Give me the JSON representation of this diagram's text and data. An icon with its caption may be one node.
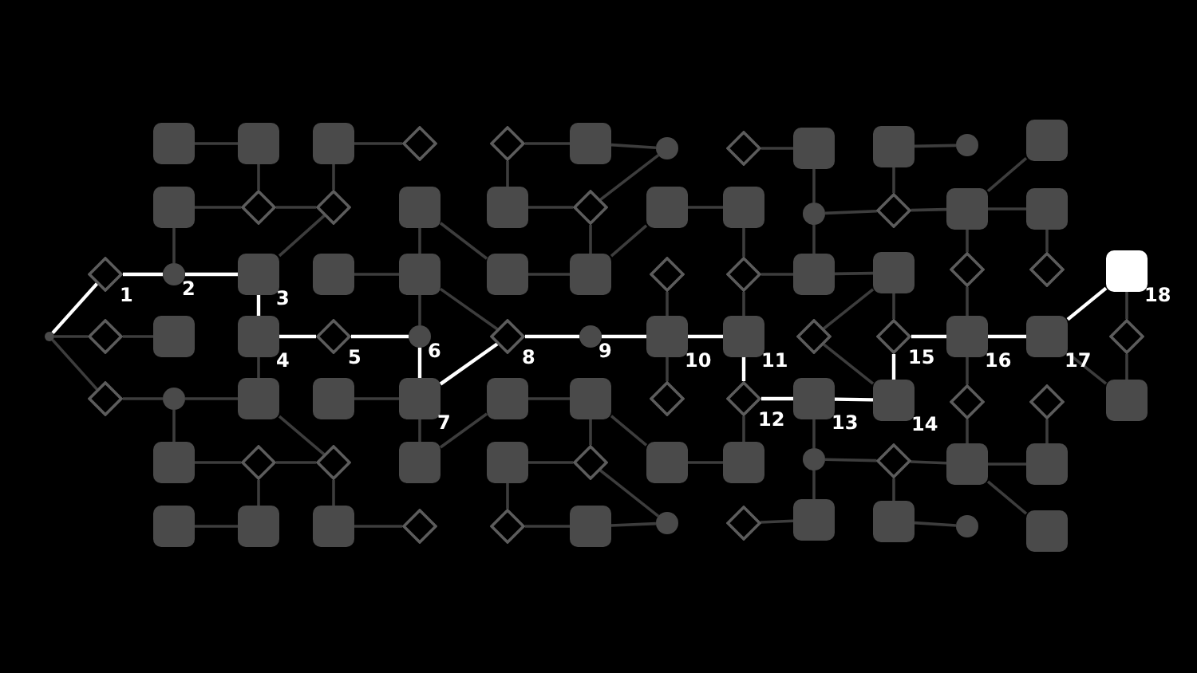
{
  "diagram": {
    "nodes": [
      {
        "text": [],
        "shape": "circle"
      },
      {
        "text": [],
        "shape": "diamond",
        "beside": [
          "1"
        ]
      },
      {
        "text": [],
        "shape": "diamond"
      },
      {
        "text": [],
        "shape": "diamond"
      },
      {
        "text": [],
        "shape": "box"
      },
      {
        "text": [],
        "shape": "box"
      },
      {
        "text": [],
        "shape": "circle",
        "beside": [
          "2"
        ]
      },
      {
        "text": [],
        "shape": "box"
      },
      {
        "text": [],
        "shape": "circle"
      },
      {
        "text": [],
        "shape": "box"
      },
      {
        "text": [],
        "shape": "box"
      },
      {
        "text": [],
        "shape": "box"
      },
      {
        "text": [],
        "shape": "diamond"
      },
      {
        "text": [],
        "shape": "box",
        "beside": [
          "3"
        ]
      },
      {
        "text": [],
        "shape": "box",
        "beside": [
          "4"
        ]
      },
      {
        "text": [],
        "shape": "box"
      },
      {
        "text": [],
        "shape": "diamond"
      },
      {
        "text": [],
        "shape": "box"
      },
      {
        "text": [],
        "shape": "box"
      },
      {
        "text": [],
        "shape": "diamond"
      },
      {
        "text": [],
        "shape": "box"
      },
      {
        "text": [],
        "shape": "diamond",
        "beside": [
          "5"
        ]
      },
      {
        "text": [],
        "shape": "box"
      },
      {
        "text": [],
        "shape": "diamond"
      },
      {
        "text": [],
        "shape": "box"
      },
      {
        "text": [],
        "shape": "diamond"
      },
      {
        "text": [],
        "shape": "box"
      },
      {
        "text": [],
        "shape": "box"
      },
      {
        "text": [],
        "shape": "circle",
        "beside": [
          "6"
        ]
      },
      {
        "text": [],
        "shape": "box",
        "beside": [
          "7"
        ]
      },
      {
        "text": [],
        "shape": "box"
      },
      {
        "text": [],
        "shape": "diamond"
      },
      {
        "text": [],
        "shape": "diamond"
      },
      {
        "text": [],
        "shape": "box"
      },
      {
        "text": [],
        "shape": "box"
      },
      {
        "text": [],
        "shape": "diamond",
        "beside": [
          "8"
        ]
      },
      {
        "text": [],
        "shape": "box"
      },
      {
        "text": [],
        "shape": "box"
      },
      {
        "text": [],
        "shape": "diamond"
      },
      {
        "text": [],
        "shape": "box"
      },
      {
        "text": [],
        "shape": "diamond"
      },
      {
        "text": [],
        "shape": "box"
      },
      {
        "text": [],
        "shape": "circle",
        "beside": [
          "9"
        ]
      },
      {
        "text": [],
        "shape": "box"
      },
      {
        "text": [],
        "shape": "diamond"
      },
      {
        "text": [],
        "shape": "box"
      },
      {
        "text": [],
        "shape": "circle"
      },
      {
        "text": [],
        "shape": "box"
      },
      {
        "text": [],
        "shape": "diamond"
      },
      {
        "text": [],
        "shape": "box",
        "beside": [
          "10"
        ]
      },
      {
        "text": [],
        "shape": "diamond"
      },
      {
        "text": [],
        "shape": "box"
      },
      {
        "text": [],
        "shape": "circle"
      },
      {
        "text": [],
        "shape": "diamond"
      },
      {
        "text": [],
        "shape": "box"
      },
      {
        "text": [],
        "shape": "diamond"
      },
      {
        "text": [],
        "shape": "box",
        "beside": [
          "11"
        ]
      },
      {
        "text": [],
        "shape": "diamond",
        "beside": [
          "12"
        ]
      },
      {
        "text": [],
        "shape": "box"
      },
      {
        "text": [],
        "shape": "diamond"
      },
      {
        "text": [],
        "shape": "box"
      },
      {
        "text": [],
        "shape": "circle"
      },
      {
        "text": [],
        "shape": "box"
      },
      {
        "text": [],
        "shape": "diamond"
      },
      {
        "text": [],
        "shape": "box",
        "beside": [
          "13"
        ]
      },
      {
        "text": [],
        "shape": "circle"
      },
      {
        "text": [],
        "shape": "box"
      },
      {
        "text": [],
        "shape": "box"
      },
      {
        "text": [],
        "shape": "diamond"
      },
      {
        "text": [],
        "shape": "box"
      },
      {
        "text": [],
        "shape": "diamond",
        "beside": [
          "15"
        ]
      },
      {
        "text": [],
        "shape": "box",
        "beside": [
          "14"
        ]
      },
      {
        "text": [],
        "shape": "diamond"
      },
      {
        "text": [],
        "shape": "box"
      },
      {
        "text": [],
        "shape": "circle"
      },
      {
        "text": [],
        "shape": "box"
      },
      {
        "text": [],
        "shape": "diamond"
      },
      {
        "text": [],
        "shape": "box",
        "beside": [
          "16"
        ]
      },
      {
        "text": [],
        "shape": "diamond"
      },
      {
        "text": [],
        "shape": "box"
      },
      {
        "text": [],
        "shape": "circle"
      },
      {
        "text": [],
        "shape": "box"
      },
      {
        "text": [],
        "shape": "box"
      },
      {
        "text": [],
        "shape": "diamond"
      },
      {
        "text": [],
        "shape": "box",
        "beside": [
          "17"
        ]
      },
      {
        "text": [],
        "shape": "diamond"
      },
      {
        "text": [],
        "shape": "box"
      },
      {
        "text": [],
        "shape": "box"
      },
      {
        "text": [],
        "shape": "box",
        "beside": [
          "18"
        ]
      },
      {
        "text": [],
        "shape": "diamond"
      },
      {
        "text": [],
        "shape": "box"
      }
    ],
    "edges": [
      {
        "from": 0,
        "to": 1,
        "arrow": "none",
        "color": "#ffffff"
      },
      {
        "from": 1,
        "to": 6,
        "arrow": "none",
        "color": "#ffffff"
      },
      {
        "from": 6,
        "to": 13,
        "arrow": "none",
        "color": "#ffffff"
      },
      {
        "from": 13,
        "to": 14,
        "arrow": "none",
        "color": "#ffffff"
      },
      {
        "from": 14,
        "to": 21,
        "arrow": "none",
        "color": "#ffffff"
      },
      {
        "from": 21,
        "to": 28,
        "arrow": "none",
        "color": "#ffffff"
      },
      {
        "from": 28,
        "to": 29,
        "arrow": "none",
        "color": "#ffffff"
      },
      {
        "from": 29,
        "to": 35,
        "arrow": "none",
        "color": "#ffffff"
      },
      {
        "from": 35,
        "to": 42,
        "arrow": "none",
        "color": "#ffffff"
      },
      {
        "from": 42,
        "to": 49,
        "arrow": "none",
        "color": "#ffffff"
      },
      {
        "from": 49,
        "to": 56,
        "arrow": "none",
        "color": "#ffffff"
      },
      {
        "from": 56,
        "to": 57,
        "arrow": "none",
        "color": "#ffffff"
      },
      {
        "from": 57,
        "to": 64,
        "arrow": "none",
        "color": "#ffffff"
      },
      {
        "from": 64,
        "to": 71,
        "arrow": "none",
        "color": "#ffffff"
      },
      {
        "from": 71,
        "to": 70,
        "arrow": "none",
        "color": "#ffffff"
      },
      {
        "from": 70,
        "to": 77,
        "arrow": "none",
        "color": "#ffffff"
      },
      {
        "from": 77,
        "to": 84,
        "arrow": "none",
        "color": "#ffffff"
      },
      {
        "from": 84,
        "to": 88,
        "arrow": "none",
        "color": "#ffffff"
      },
      {
        "from": 0,
        "to": 2,
        "arrow": "none"
      },
      {
        "from": 0,
        "to": 3,
        "arrow": "none"
      },
      {
        "from": 5,
        "to": 6,
        "arrow": "none"
      },
      {
        "from": 4,
        "to": 11,
        "arrow": "none"
      },
      {
        "from": 5,
        "to": 12,
        "arrow": "none"
      },
      {
        "from": 12,
        "to": 19,
        "arrow": "none"
      },
      {
        "from": 11,
        "to": 12,
        "arrow": "none"
      },
      {
        "from": 18,
        "to": 19,
        "arrow": "none"
      },
      {
        "from": 18,
        "to": 25,
        "arrow": "none"
      },
      {
        "from": 19,
        "to": 13,
        "arrow": "none"
      },
      {
        "from": 2,
        "to": 7,
        "arrow": "none"
      },
      {
        "from": 14,
        "to": 15,
        "arrow": "none"
      },
      {
        "from": 3,
        "to": 8,
        "arrow": "none"
      },
      {
        "from": 8,
        "to": 15,
        "arrow": "none"
      },
      {
        "from": 8,
        "to": 9,
        "arrow": "none"
      },
      {
        "from": 9,
        "to": 16,
        "arrow": "none"
      },
      {
        "from": 16,
        "to": 23,
        "arrow": "none"
      },
      {
        "from": 16,
        "to": 17,
        "arrow": "none"
      },
      {
        "from": 15,
        "to": 23,
        "arrow": "none"
      },
      {
        "from": 23,
        "to": 24,
        "arrow": "none"
      },
      {
        "from": 10,
        "to": 17,
        "arrow": "none"
      },
      {
        "from": 24,
        "to": 31,
        "arrow": "none"
      },
      {
        "from": 20,
        "to": 27,
        "arrow": "none"
      },
      {
        "from": 22,
        "to": 29,
        "arrow": "none"
      },
      {
        "from": 26,
        "to": 27,
        "arrow": "none"
      },
      {
        "from": 27,
        "to": 28,
        "arrow": "none"
      },
      {
        "from": 29,
        "to": 30,
        "arrow": "none"
      },
      {
        "from": 26,
        "to": 34,
        "arrow": "none"
      },
      {
        "from": 27,
        "to": 35,
        "arrow": "none"
      },
      {
        "from": 30,
        "to": 36,
        "arrow": "none"
      },
      {
        "from": 32,
        "to": 39,
        "arrow": "none"
      },
      {
        "from": 39,
        "to": 46,
        "arrow": "none"
      },
      {
        "from": 32,
        "to": 33,
        "arrow": "none"
      },
      {
        "from": 33,
        "to": 40,
        "arrow": "none"
      },
      {
        "from": 40,
        "to": 46,
        "arrow": "none"
      },
      {
        "from": 40,
        "to": 41,
        "arrow": "none"
      },
      {
        "from": 34,
        "to": 41,
        "arrow": "none"
      },
      {
        "from": 41,
        "to": 47,
        "arrow": "none"
      },
      {
        "from": 47,
        "to": 54,
        "arrow": "none"
      },
      {
        "from": 54,
        "to": 55,
        "arrow": "none"
      },
      {
        "from": 55,
        "to": 56,
        "arrow": "none"
      },
      {
        "from": 55,
        "to": 62,
        "arrow": "none"
      },
      {
        "from": 53,
        "to": 60,
        "arrow": "none"
      },
      {
        "from": 60,
        "to": 61,
        "arrow": "none"
      },
      {
        "from": 61,
        "to": 62,
        "arrow": "none"
      },
      {
        "from": 61,
        "to": 68,
        "arrow": "none"
      },
      {
        "from": 48,
        "to": 49,
        "arrow": "none"
      },
      {
        "from": 49,
        "to": 50,
        "arrow": "none"
      },
      {
        "from": 57,
        "to": 58,
        "arrow": "none"
      },
      {
        "from": 36,
        "to": 43,
        "arrow": "none"
      },
      {
        "from": 43,
        "to": 44,
        "arrow": "none"
      },
      {
        "from": 43,
        "to": 51,
        "arrow": "none"
      },
      {
        "from": 51,
        "to": 58,
        "arrow": "none"
      },
      {
        "from": 37,
        "to": 44,
        "arrow": "none"
      },
      {
        "from": 37,
        "to": 38,
        "arrow": "none"
      },
      {
        "from": 44,
        "to": 52,
        "arrow": "none"
      },
      {
        "from": 38,
        "to": 45,
        "arrow": "none"
      },
      {
        "from": 45,
        "to": 52,
        "arrow": "none"
      },
      {
        "from": 59,
        "to": 66,
        "arrow": "none"
      },
      {
        "from": 64,
        "to": 65,
        "arrow": "none"
      },
      {
        "from": 65,
        "to": 66,
        "arrow": "none"
      },
      {
        "from": 65,
        "to": 72,
        "arrow": "none"
      },
      {
        "from": 67,
        "to": 74,
        "arrow": "none"
      },
      {
        "from": 67,
        "to": 68,
        "arrow": "none"
      },
      {
        "from": 68,
        "to": 75,
        "arrow": "none"
      },
      {
        "from": 75,
        "to": 81,
        "arrow": "none"
      },
      {
        "from": 75,
        "to": 82,
        "arrow": "none"
      },
      {
        "from": 75,
        "to": 76,
        "arrow": "none"
      },
      {
        "from": 76,
        "to": 77,
        "arrow": "none"
      },
      {
        "from": 82,
        "to": 83,
        "arrow": "none"
      },
      {
        "from": 62,
        "to": 69,
        "arrow": "none"
      },
      {
        "from": 69,
        "to": 63,
        "arrow": "none"
      },
      {
        "from": 69,
        "to": 70,
        "arrow": "none"
      },
      {
        "from": 63,
        "to": 71,
        "arrow": "none"
      },
      {
        "from": 88,
        "to": 89,
        "arrow": "none"
      },
      {
        "from": 89,
        "to": 90,
        "arrow": "none"
      },
      {
        "from": 84,
        "to": 90,
        "arrow": "none"
      },
      {
        "from": 77,
        "to": 78,
        "arrow": "none"
      },
      {
        "from": 78,
        "to": 79,
        "arrow": "none"
      },
      {
        "from": 85,
        "to": 86,
        "arrow": "none"
      },
      {
        "from": 72,
        "to": 79,
        "arrow": "none"
      },
      {
        "from": 79,
        "to": 86,
        "arrow": "none"
      },
      {
        "from": 79,
        "to": 87,
        "arrow": "none"
      },
      {
        "from": 72,
        "to": 73,
        "arrow": "none"
      },
      {
        "from": 73,
        "to": 80,
        "arrow": "none"
      }
    ]
  }
}
